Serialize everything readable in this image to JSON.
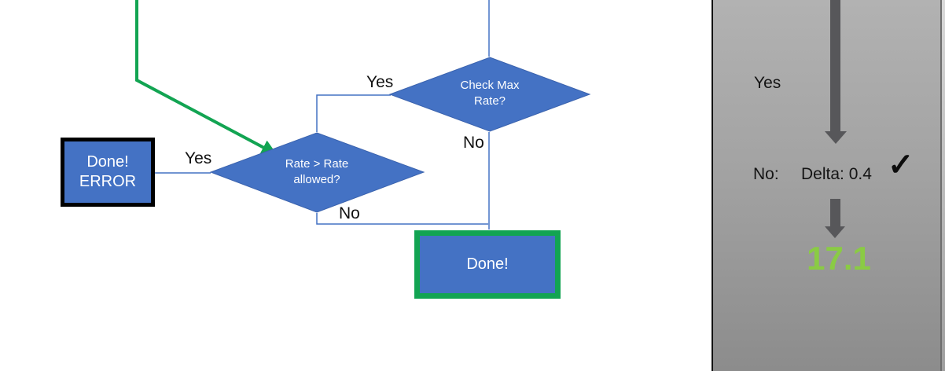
{
  "flowchart": {
    "check_max_diamond": {
      "line1": "Check Max",
      "line2": "Rate?"
    },
    "rate_diamond": {
      "line1": "Rate > Rate",
      "line2": "allowed?"
    },
    "error_box": {
      "line1": "Done!",
      "line2": "ERROR"
    },
    "done_box": {
      "label": "Done!"
    },
    "check_max_yes_label": "Yes",
    "check_max_no_label": "No",
    "rate_yes_label": "Yes",
    "rate_no_label": "No"
  },
  "side_panel": {
    "yes_label": "Yes",
    "no_label": "No:",
    "delta_value": "Delta: 0.4",
    "check_mark": "✓",
    "result_value": "17.1"
  },
  "colors": {
    "shape_blue": "#4472c4",
    "shape_blue_border": "#3b63ae",
    "connector_blue": "#4472c4",
    "accent_green": "#12a452",
    "result_green": "#8acb44",
    "arrow_gray": "#57575a",
    "panel_gray_top": "#b2b2b2",
    "panel_gray_bottom": "#8c8c8c",
    "error_border_black": "#000000"
  }
}
